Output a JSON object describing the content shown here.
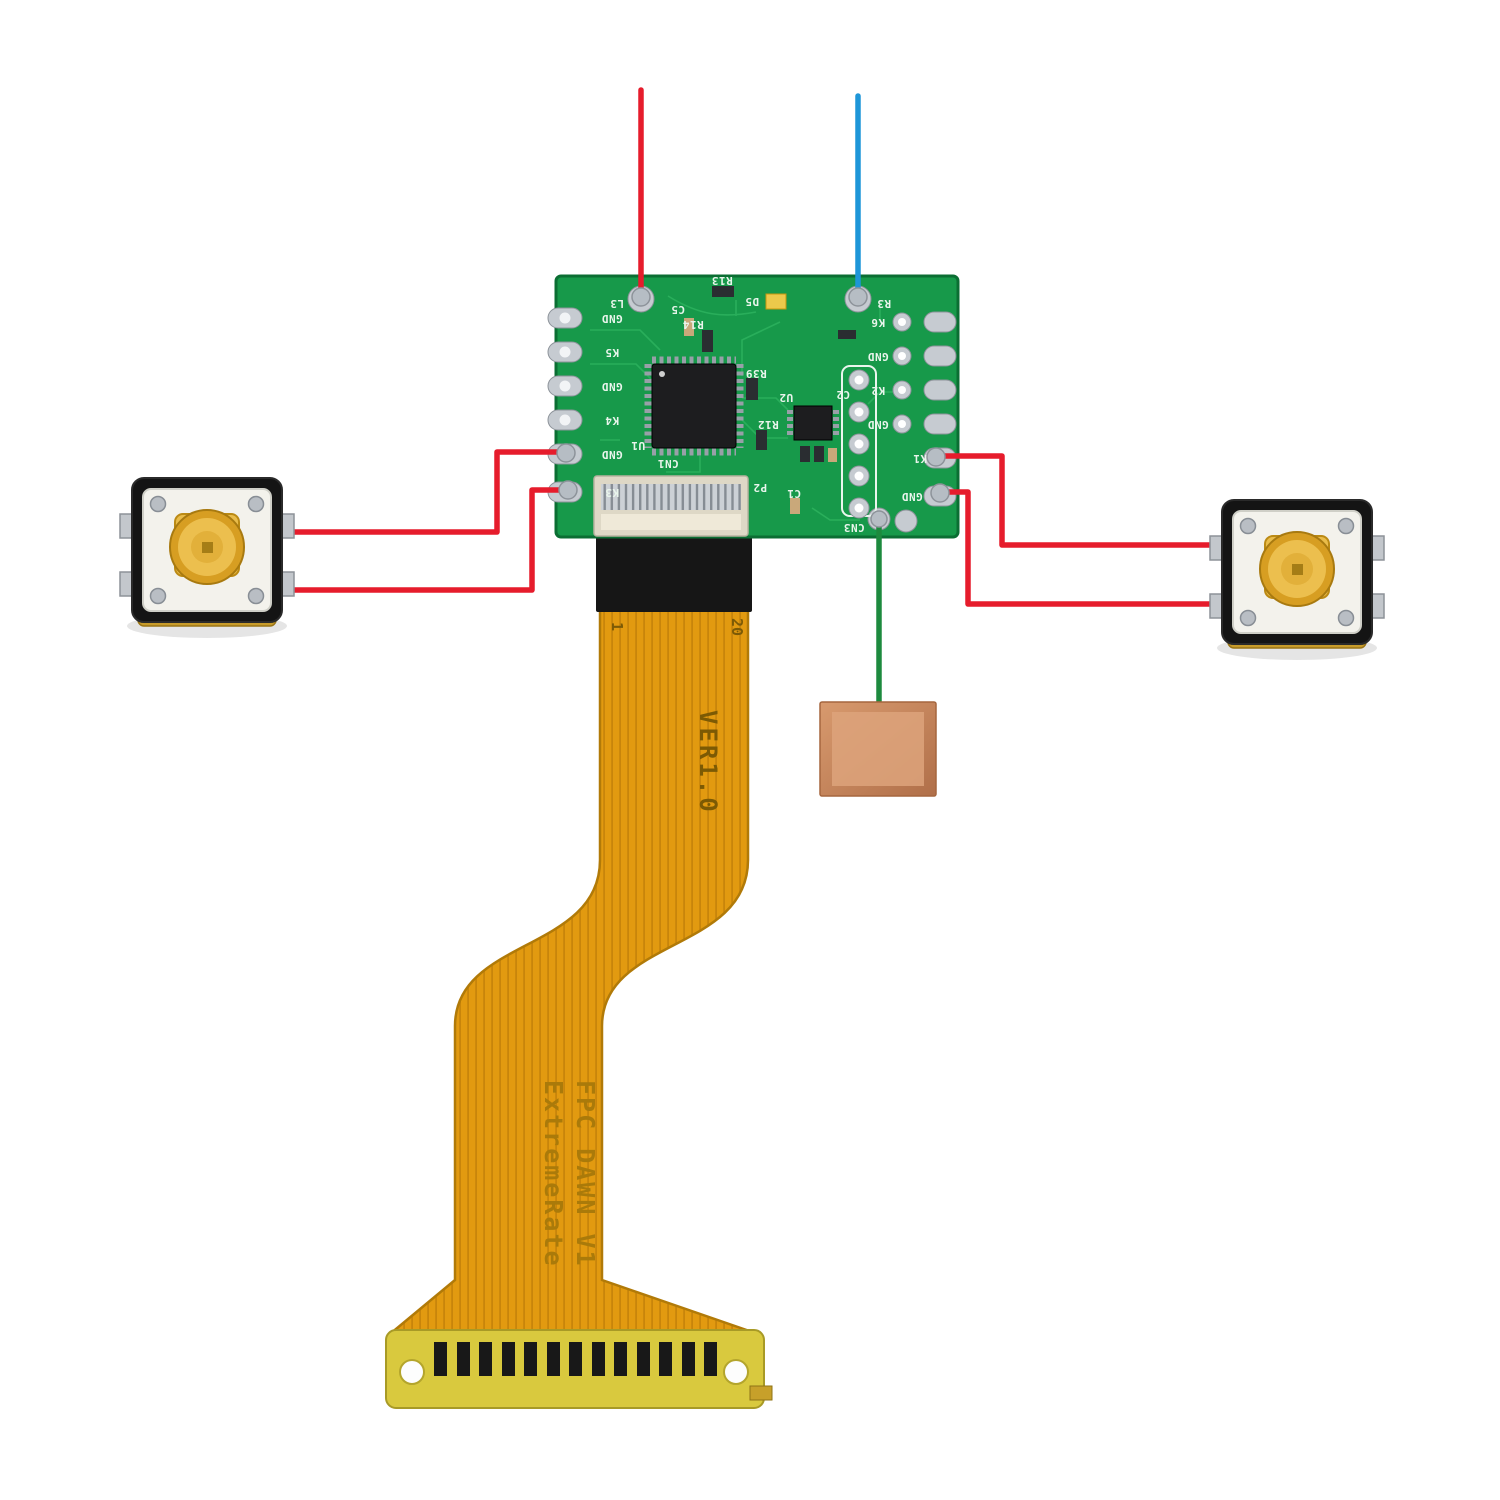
{
  "colors": {
    "background": "#ffffff",
    "pcb": "#17994a",
    "pcb_border": "#0b6e33",
    "trace": "#2cb15d",
    "pad": "#c6cbd1",
    "pad_border": "#8d939a",
    "wire_red": "#e61c2c",
    "wire_blue": "#1e96d8",
    "wire_green": "#1d8a3e",
    "fpc": "#e29a10",
    "fpc_trace": "#c8850b",
    "stiffener": "#161616",
    "connector_yellow": "#d9c93e",
    "copper": "#c98a60",
    "button_body": "#141414",
    "button_face": "#f3f2ec",
    "button_cap": "#ecbf4e",
    "metal": "#bfc4c9"
  },
  "pcb": {
    "labels": [
      "GND",
      "K5",
      "GND",
      "K4",
      "GND",
      "K3",
      "K6",
      "GND",
      "K2",
      "GND",
      "K1",
      "GND",
      "L3",
      "R3",
      "U1",
      "U2",
      "C2",
      "CN3",
      "P2",
      "D5",
      "R13",
      "R14",
      "R39",
      "R12",
      "CN1",
      "C5",
      "C1"
    ]
  },
  "fpc": {
    "pin_first": "1",
    "pin_last": "20",
    "version": "VER1.0",
    "brand": "ExtremeRate",
    "model": "FPC DAWN V1"
  }
}
